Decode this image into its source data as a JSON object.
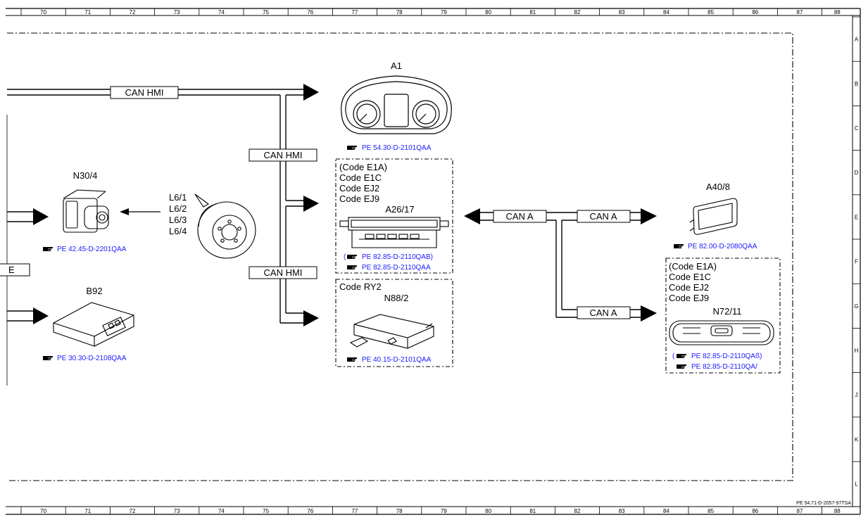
{
  "ruler": {
    "cols": [
      "70",
      "71",
      "72",
      "73",
      "74",
      "75",
      "76",
      "77",
      "78",
      "79",
      "80",
      "81",
      "82",
      "83",
      "84",
      "85",
      "86",
      "87",
      "88"
    ],
    "rows": [
      "A",
      "B",
      "C",
      "D",
      "E",
      "F",
      "G",
      "H",
      "J",
      "K",
      "L"
    ]
  },
  "sheet_ref": "PE 54.71-D-2057-97TSA",
  "buses": {
    "can_hmi": "CAN HMI",
    "can_a": "CAN A",
    "partial_left": "E"
  },
  "components": {
    "a1": {
      "label": "A1",
      "ref": "PE 54.30-D-2101QAA"
    },
    "n30_4": {
      "label": "N30/4",
      "ref": "PE 42.45-D-2201QAA"
    },
    "l6": {
      "labels": [
        "L6/1",
        "L6/2",
        "L6/3",
        "L6/4"
      ]
    },
    "b92": {
      "label": "B92",
      "ref": "PE 30.30-D-2108QAA"
    },
    "a26_17": {
      "codes": [
        "(Code E1A)",
        "Code E1C",
        "Code EJ2",
        "Code EJ9"
      ],
      "label": "A26/17",
      "refs": [
        "(",
        "PE 82.85-D-2110QAB)",
        "PE 82.85-D-2110QAA"
      ]
    },
    "n88_2": {
      "code": "Code RY2",
      "label": "N88/2",
      "ref": "PE 40.15-D-2101QAA"
    },
    "a40_8": {
      "label": "A40/8",
      "ref": "PE 82.00-D-2080QAA"
    },
    "n72_11": {
      "codes": [
        "(Code E1A)",
        "Code E1C",
        "Code EJ2",
        "Code EJ9"
      ],
      "label": "N72/11",
      "refs": [
        "(",
        "PE 82.85-D-2110QAß)",
        "PE 82.85-D-2110QA/"
      ]
    }
  }
}
